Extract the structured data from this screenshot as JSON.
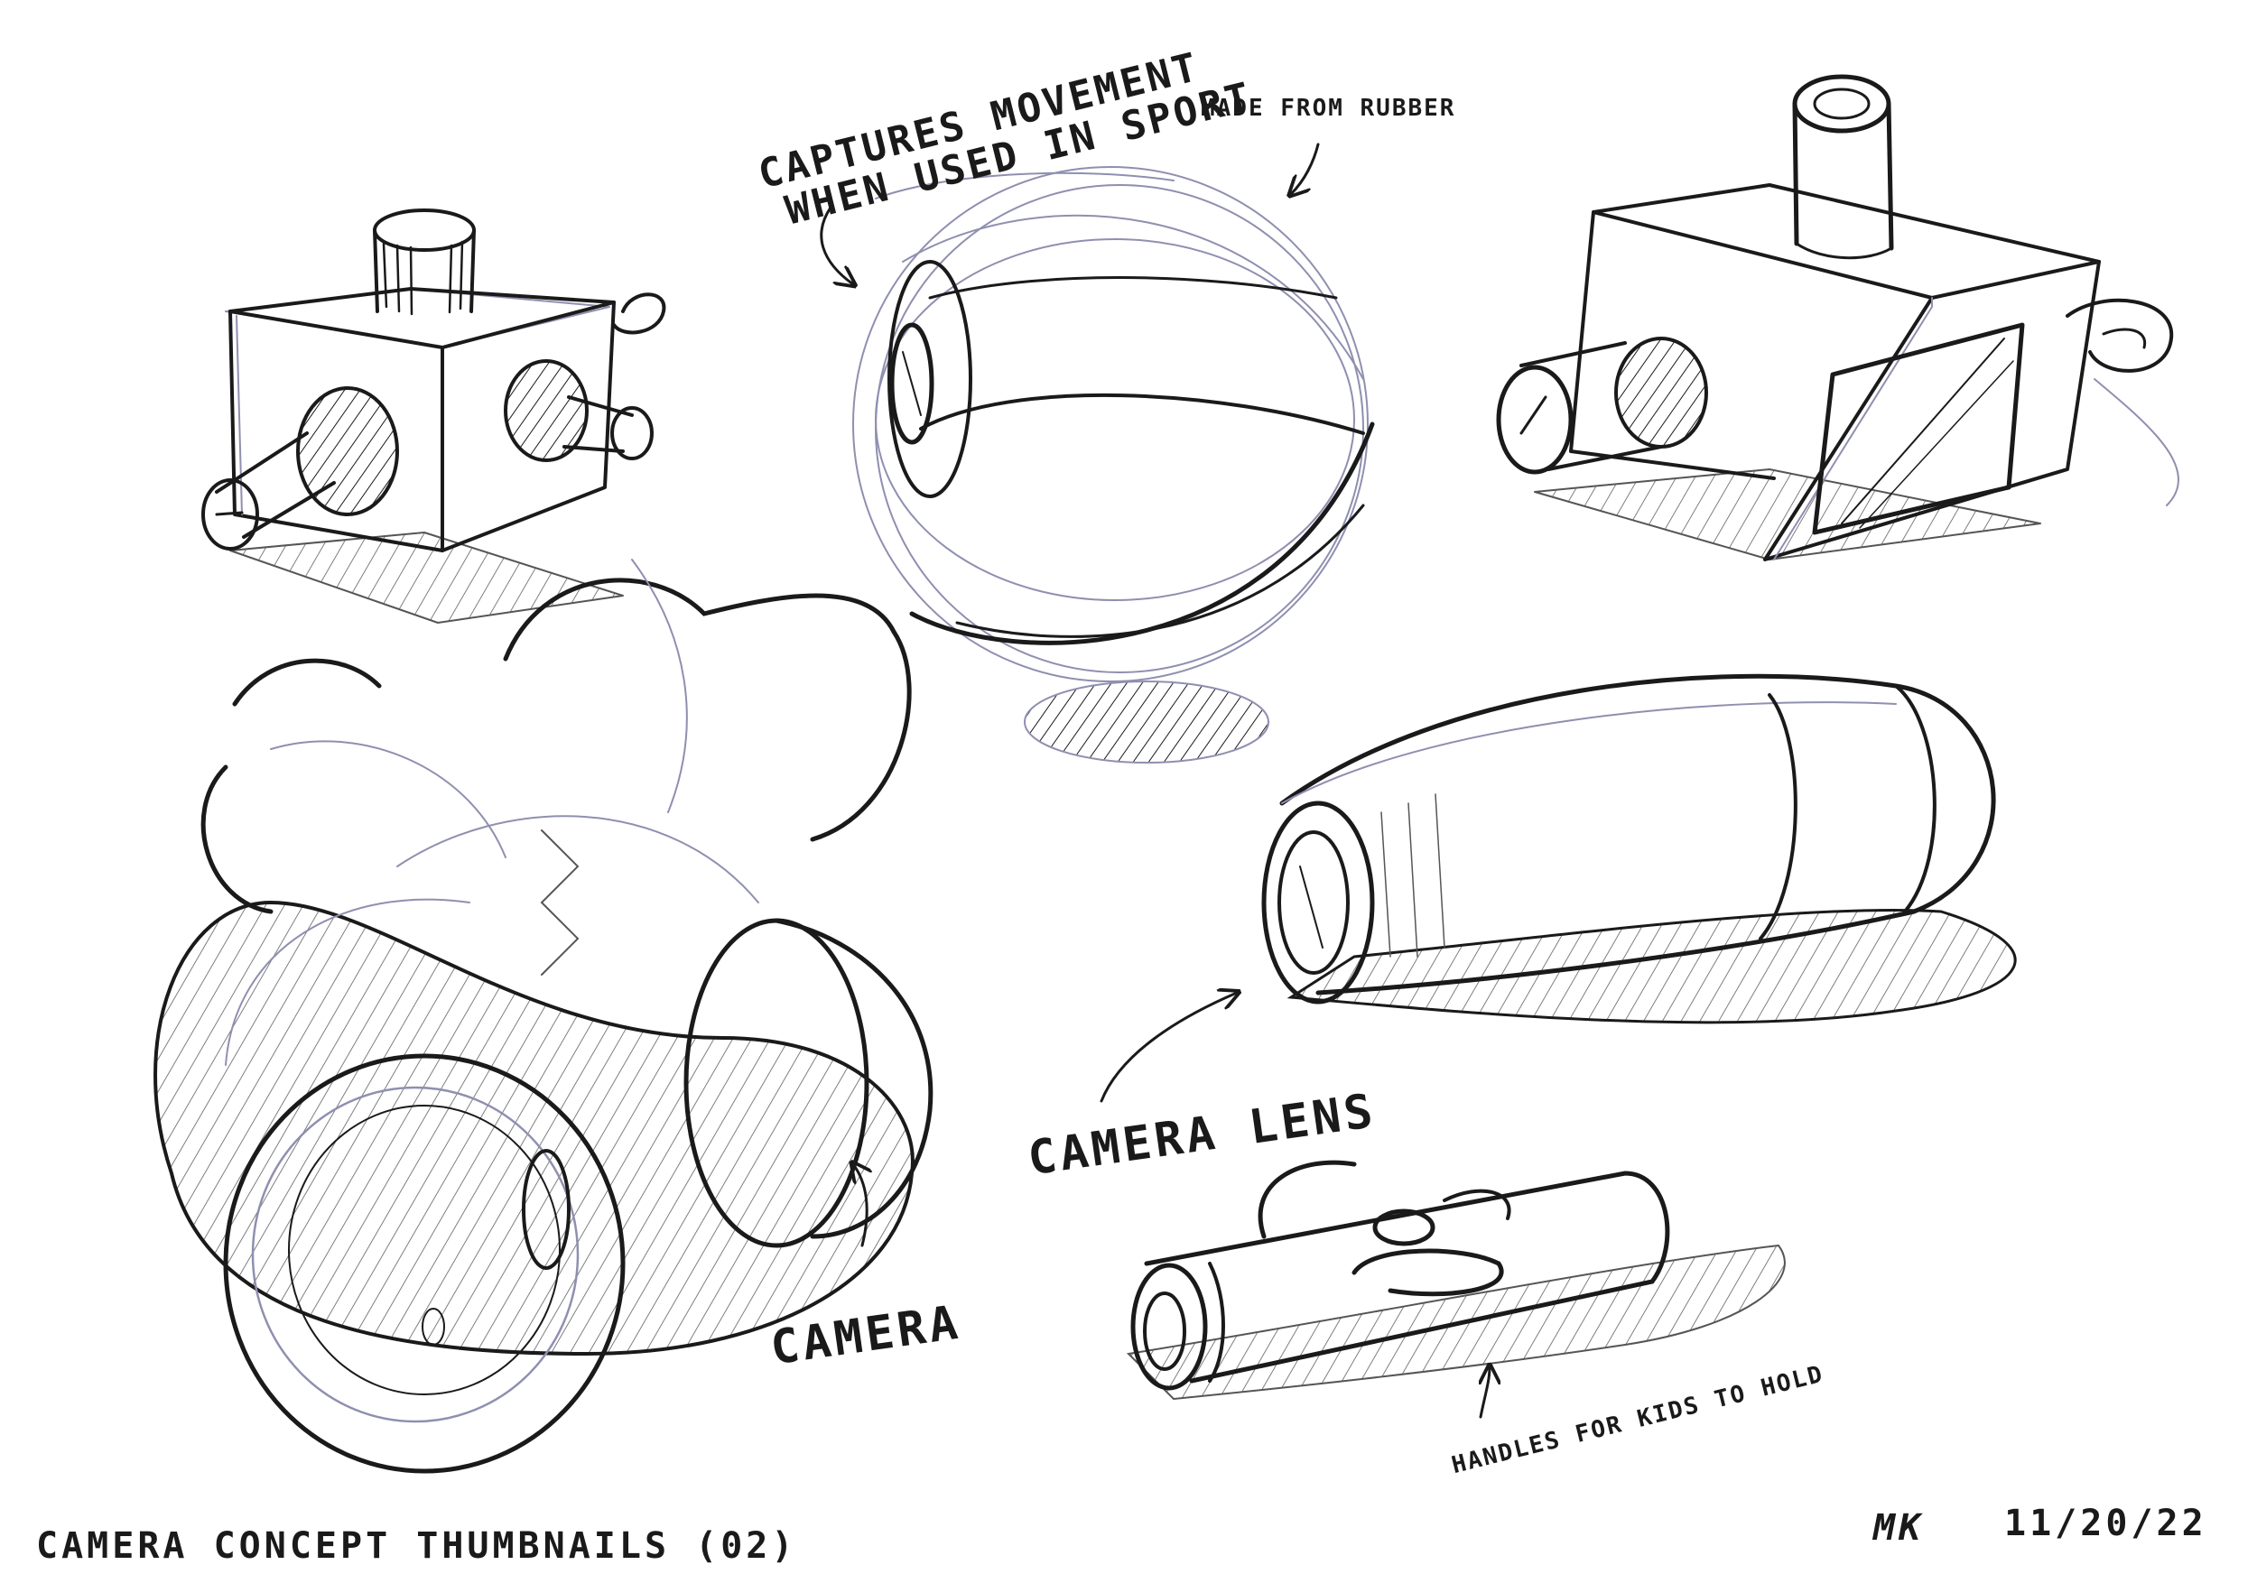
{
  "sheet": {
    "title": "CAMERA CONCEPT THUMBNAILS (02)",
    "initials": "MK",
    "date": "11/20/22"
  },
  "annotations": {
    "captures_line1": "CAPTURES MOVEMENT",
    "captures_line2": "WHEN USED IN SPORT",
    "rubber": "MADE FROM RUBBER",
    "camera_lens": "CAMERA LENS",
    "camera": "CAMERA",
    "handles": "HANDLES FOR KIDS TO HOLD"
  },
  "colors": {
    "ink": "#1a1a1a",
    "construction": "#8f8fb0",
    "paper": "#ffffff"
  }
}
